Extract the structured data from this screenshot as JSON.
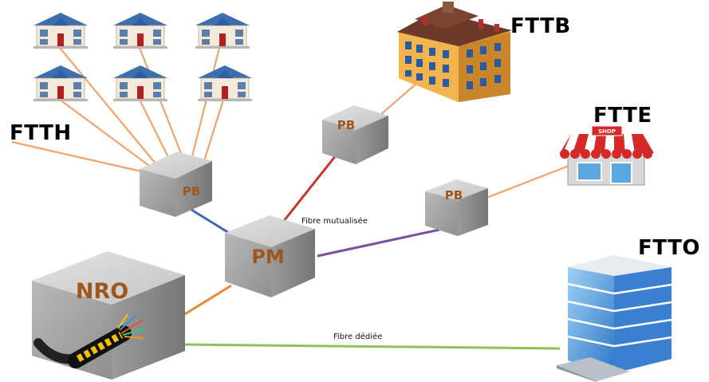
{
  "labels": {
    "ftth": "FTTH",
    "fttb": "FTTB",
    "ftte": "FTTE",
    "ftto": "FTTO",
    "nro": "NRO",
    "pm": "PM",
    "pb": "PB",
    "fibre_mutualisee": "Fibre mutualisée",
    "fibre_dediee": "Fibre dédiée",
    "shop_sign": "SHOP"
  },
  "colors": {
    "box_label": "#a0561b",
    "house_links": "#f0a36c",
    "nro_pm_link": "#e8873a",
    "pm_pb_houses_link": "#3f67b5",
    "pm_pb_fttb_link": "#c0392b",
    "pm_pb_ftte_link": "#7b4fa3",
    "fibre_dediee_link": "#8fc15a",
    "cube_front": "#a9a9a9",
    "cube_top": "#d0d0d0",
    "cube_side": "#8a8a8a"
  },
  "icons": [
    "house-icon",
    "apartment-building-icon",
    "shop-icon",
    "office-tower-icon",
    "fiber-cable-icon"
  ]
}
